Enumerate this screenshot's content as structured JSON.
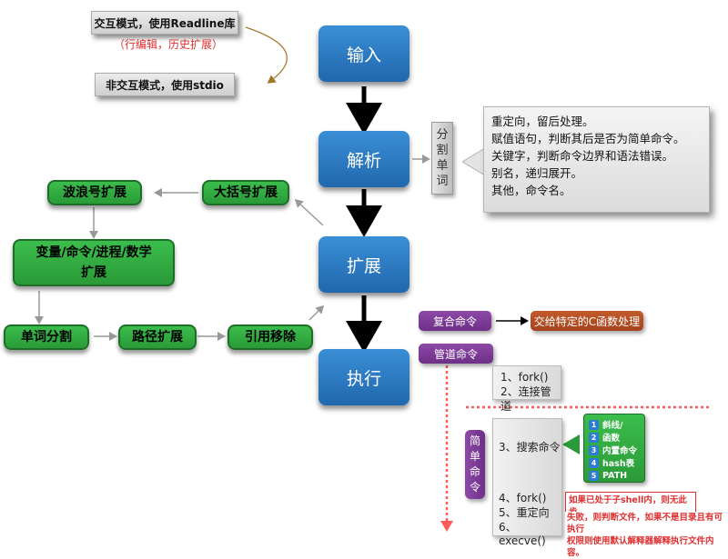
{
  "notes": {
    "interactive": "交互模式，使用Readline库",
    "interactive_sub": "（行编辑，历史扩展）",
    "noninteractive": "非交互模式，使用stdio"
  },
  "stages": {
    "input": "输入",
    "parse": "解析",
    "expand": "扩展",
    "execute": "执行"
  },
  "split_words": [
    "分",
    "割",
    "单",
    "词"
  ],
  "parse_callout": [
    "重定向，留后处理。",
    "赋值语句，判断其后是否为简单命令。",
    "关键字，判断命令边界和语法错误。",
    "别名，递归展开。",
    "其他，命令名。"
  ],
  "expansions": {
    "brace": "大括号扩展",
    "tilde": "波浪号扩展",
    "variable_line1": "变量/命令/进程/数学",
    "variable_line2": "扩展",
    "word_split": "单词分割",
    "path": "路径扩展",
    "quote_removal": "引用移除"
  },
  "execution": {
    "compound": "复合命令",
    "compound_target": "交给特定的C函数处理",
    "pipeline": "管道命令",
    "pipeline_steps": [
      "1、fork()",
      "2、连接管道"
    ],
    "simple_chars": [
      "简",
      "单",
      "命",
      "令"
    ],
    "search": "3、搜索命令",
    "search_list": [
      {
        "num": "1",
        "label": "斜线/"
      },
      {
        "num": "2",
        "label": "函数"
      },
      {
        "num": "3",
        "label": "内置命令"
      },
      {
        "num": "4",
        "label": "hash表"
      },
      {
        "num": "5",
        "label": "PATH"
      }
    ],
    "subshell_note": "如果已处于子shell内，则无此步。",
    "final_steps": [
      "4、fork()",
      "5、重定向",
      "6、execve()"
    ],
    "fail_note_line1": "失败，则判断文件，如果不是目录且有可执行",
    "fail_note_line2": "权限则使用默认解释器解释执行文件内容。"
  },
  "colors": {
    "stage_blue": "#2a78c4",
    "expansion_green": "#32ad42",
    "compound_purple": "#7c3b96",
    "handler_brown": "#b24e22",
    "note_red": "#e03030"
  }
}
